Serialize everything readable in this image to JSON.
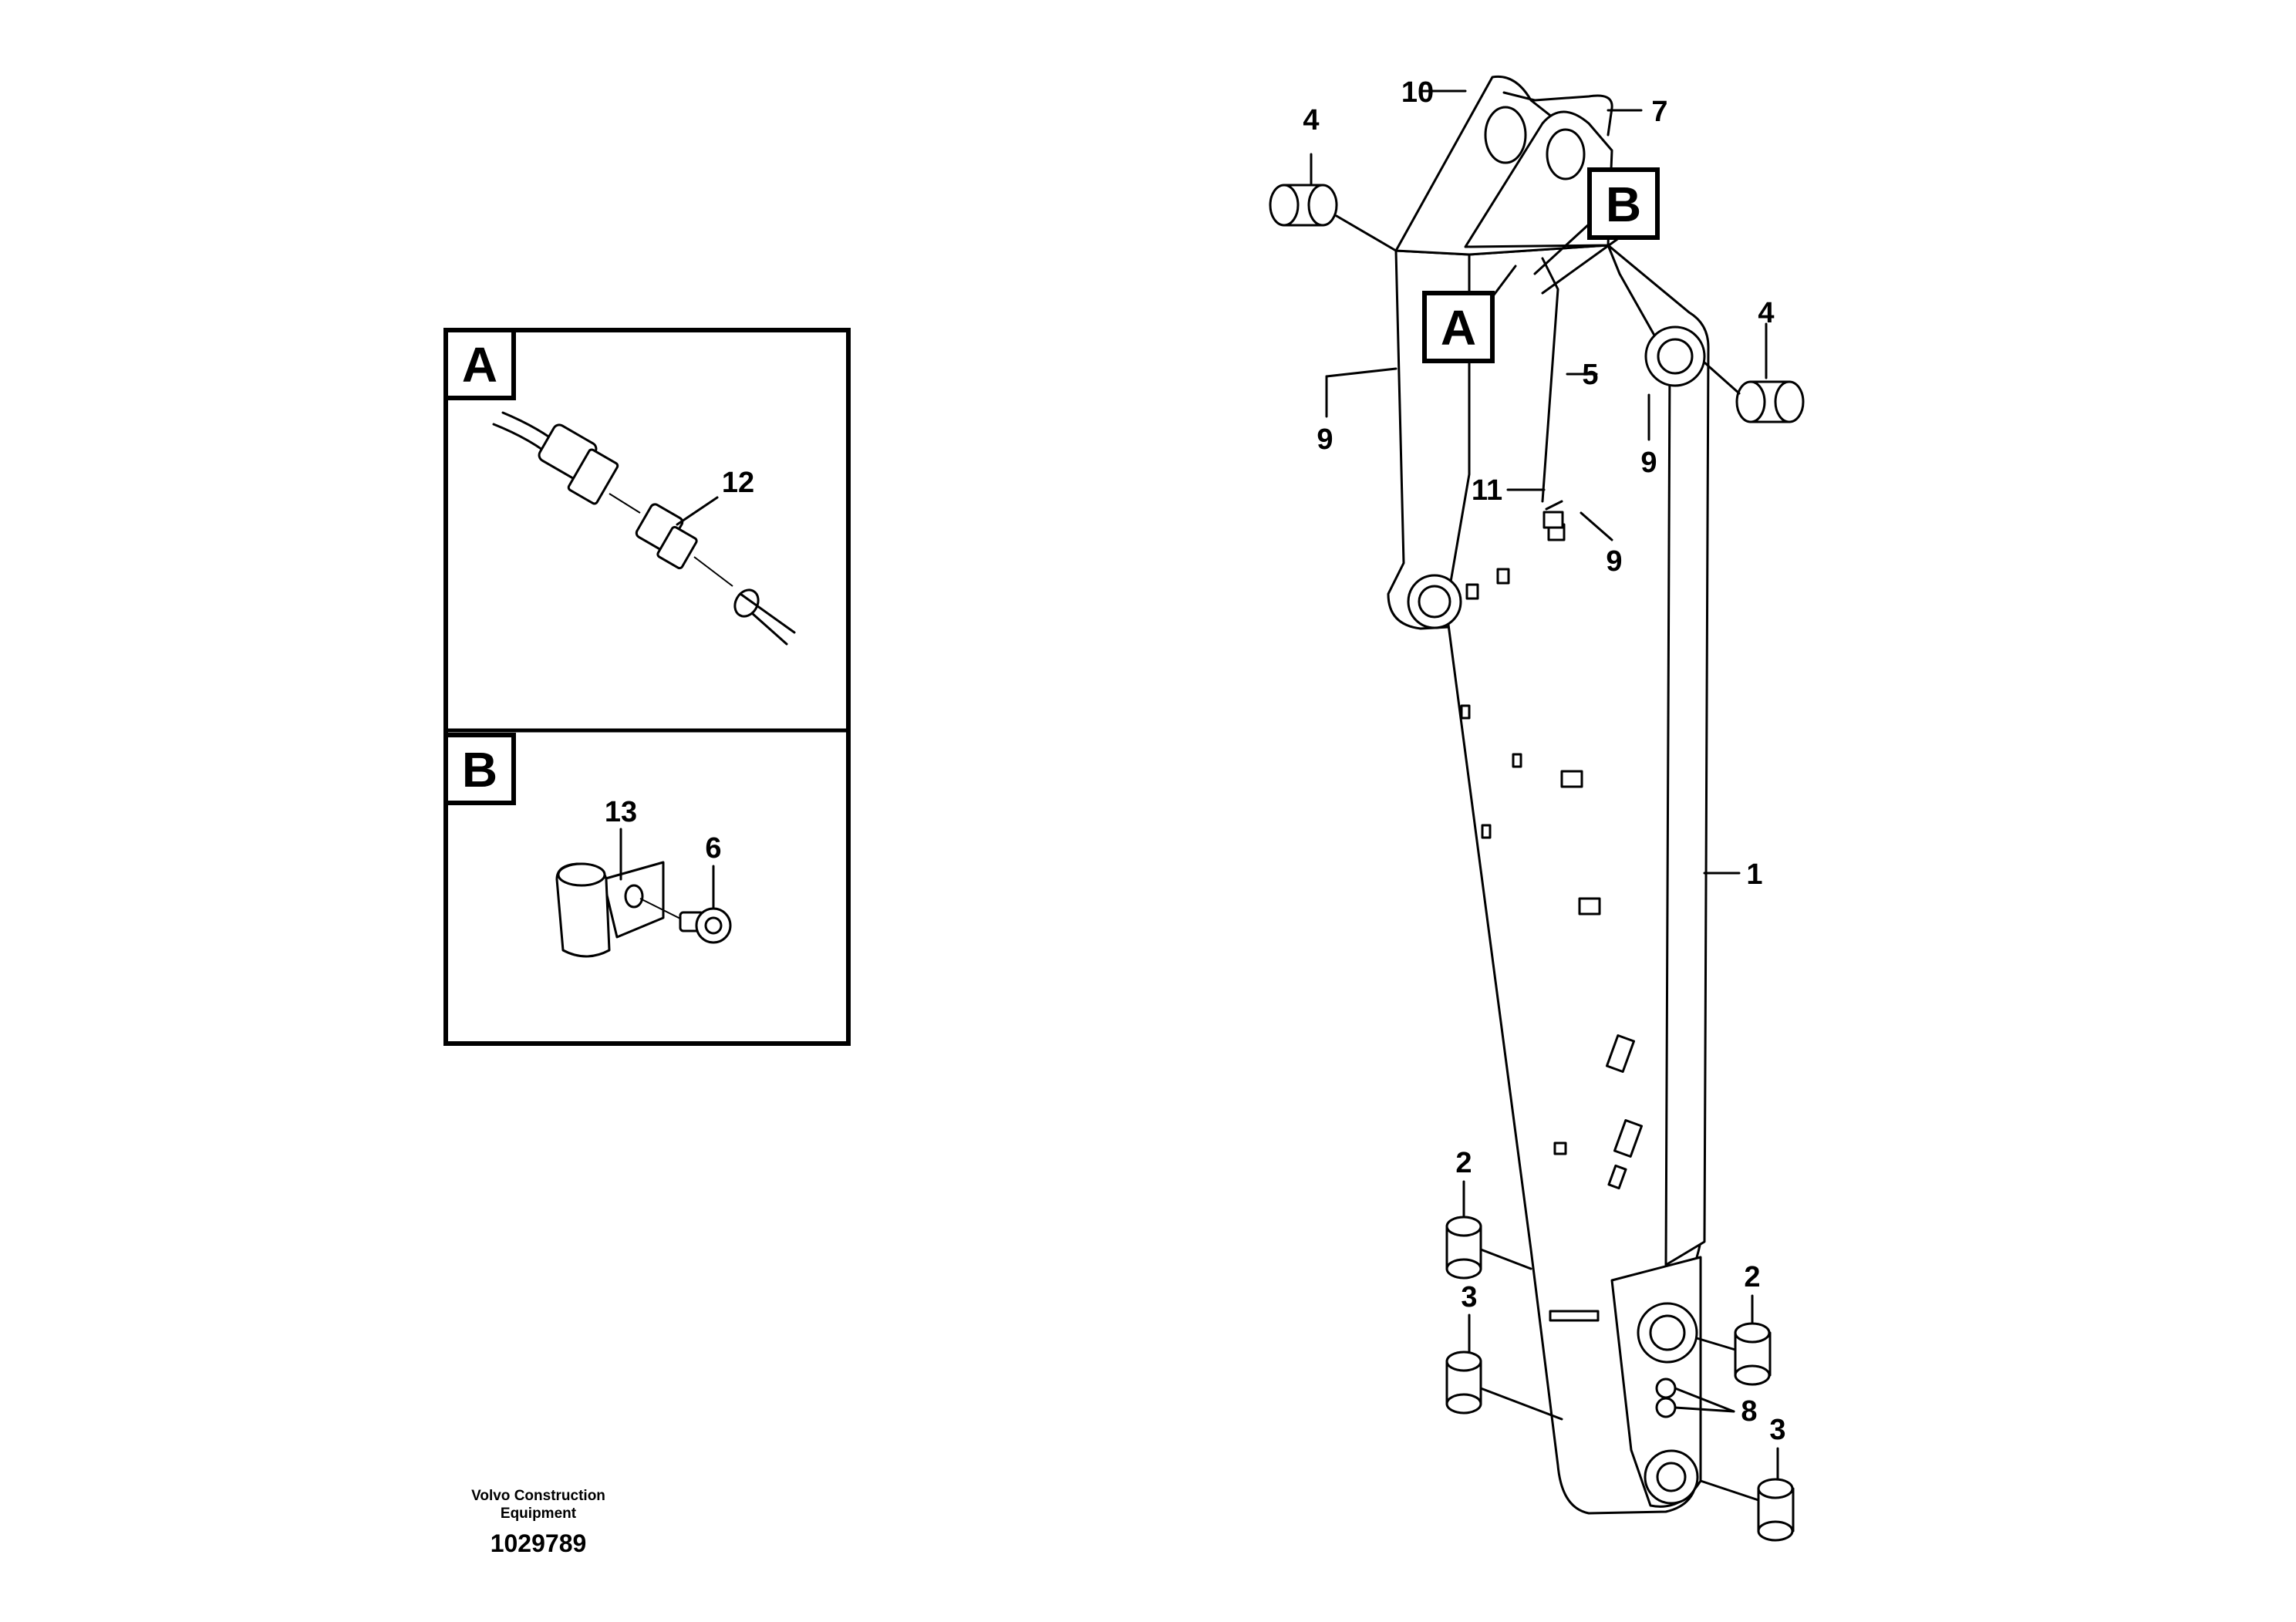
{
  "detail_a": {
    "label": "A",
    "callouts": [
      "12"
    ]
  },
  "detail_b": {
    "label": "B",
    "callouts": [
      "13",
      "6"
    ]
  },
  "main": {
    "ref_a": "A",
    "ref_b": "B",
    "callouts": {
      "c1": "1",
      "c2a": "2",
      "c2b": "2",
      "c3a": "3",
      "c3b": "3",
      "c4a": "4",
      "c4b": "4",
      "c5": "5",
      "c7": "7",
      "c8": "8",
      "c9a": "9",
      "c9b": "9",
      "c9c": "9",
      "c10": "10",
      "c11": "11"
    }
  },
  "footer": {
    "company_line1": "Volvo Construction",
    "company_line2": "Equipment",
    "doc_number": "1029789"
  }
}
